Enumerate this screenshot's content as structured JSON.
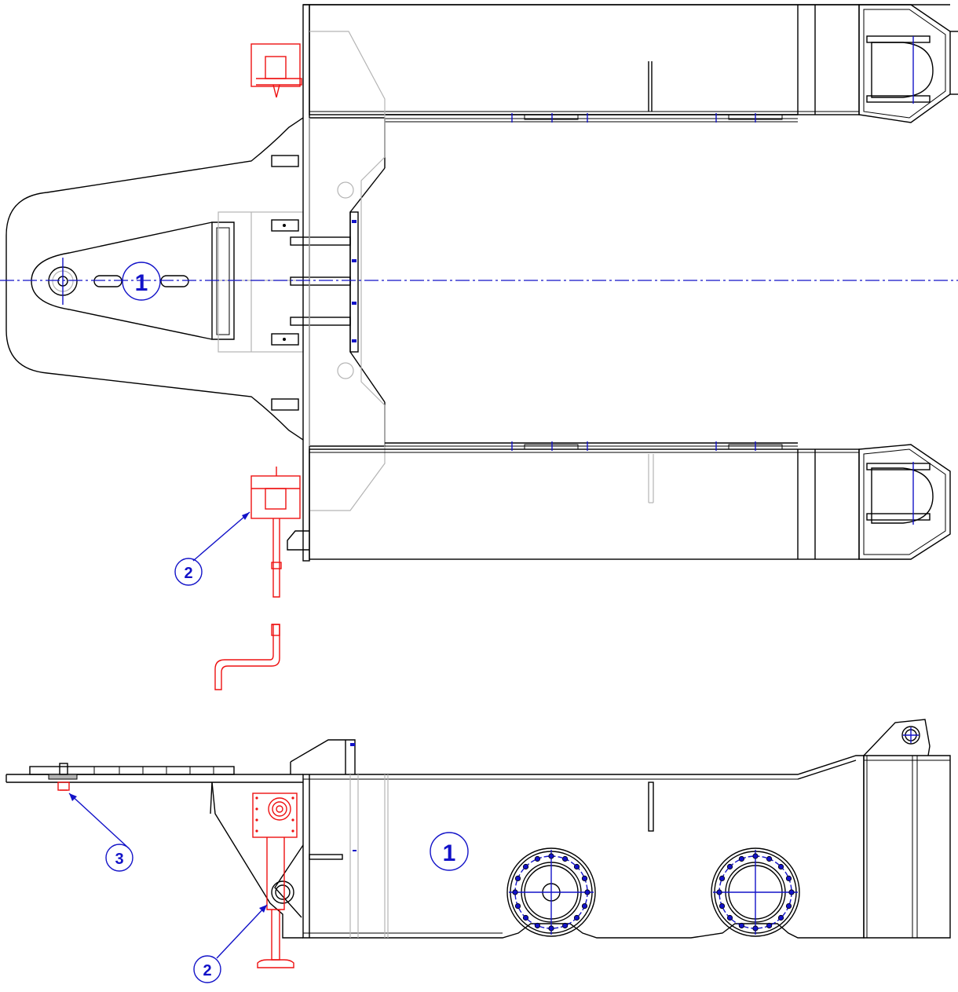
{
  "colors": {
    "outline": "#000000",
    "hidden": "#b4b4b4",
    "accessory": "#e11111",
    "annotation": "#1212c8",
    "background": "#ffffff"
  },
  "balloons": {
    "top_part1": "1",
    "top_part2": "2",
    "side_part1": "1",
    "side_part2": "2",
    "side_part3": "3"
  }
}
